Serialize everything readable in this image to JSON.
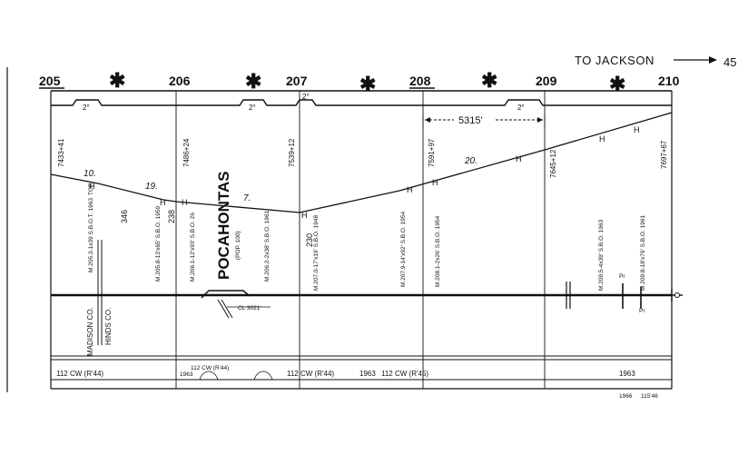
{
  "header": {
    "direction_label": "TO JACKSON",
    "page_number": "45"
  },
  "mileposts": [
    "205",
    "206",
    "207",
    "208",
    "209",
    "210"
  ],
  "curves": [
    "2°",
    "2°",
    "2°",
    "2°"
  ],
  "tangent_label": "5315'",
  "stations": [
    "7433+41",
    "7486+24",
    "7539+12",
    "7591+97",
    "7645+12",
    "7697+67"
  ],
  "grades": [
    "10.",
    "19.",
    "7.",
    "20."
  ],
  "elevations": [
    "346",
    "238",
    "230",
    "TOR"
  ],
  "station_name": "POCAHONTAS",
  "station_pop": "(POP. 100)",
  "bridges": [
    "M.205.3-1x39 S.B.O.T. 1963",
    "M.205.8-13'x65' S.B.O. 1959",
    "M.206.1-12'x93' S.B.O. 26",
    "M.206.2-2x38' S.B.O. 1961",
    "M.207.0-17'x19' S.B.O. 1948",
    "M.207.9-14'x92' S.B.O. 1954",
    "M.208.1-2x26' S.B.O. 1954",
    "M.209.5-4x39' S.B.O. 1963",
    "M.209.8-18'x79' S.B.O. 1961"
  ],
  "county_labels": [
    "MADISON CO.",
    "HINDS CO."
  ],
  "siding_label": "CL 3021'",
  "signal_labels": [
    "Pr",
    "Pr"
  ],
  "wire_labels": [
    "112 CW (R'44)",
    "1963",
    "112 CW (R'44)",
    "112 CW (R'44)",
    "1963",
    "1963",
    "112 CW (R'45)",
    "1966",
    "115'46"
  ],
  "colors": {
    "ink": "#111111",
    "paper": "#ffffff"
  }
}
